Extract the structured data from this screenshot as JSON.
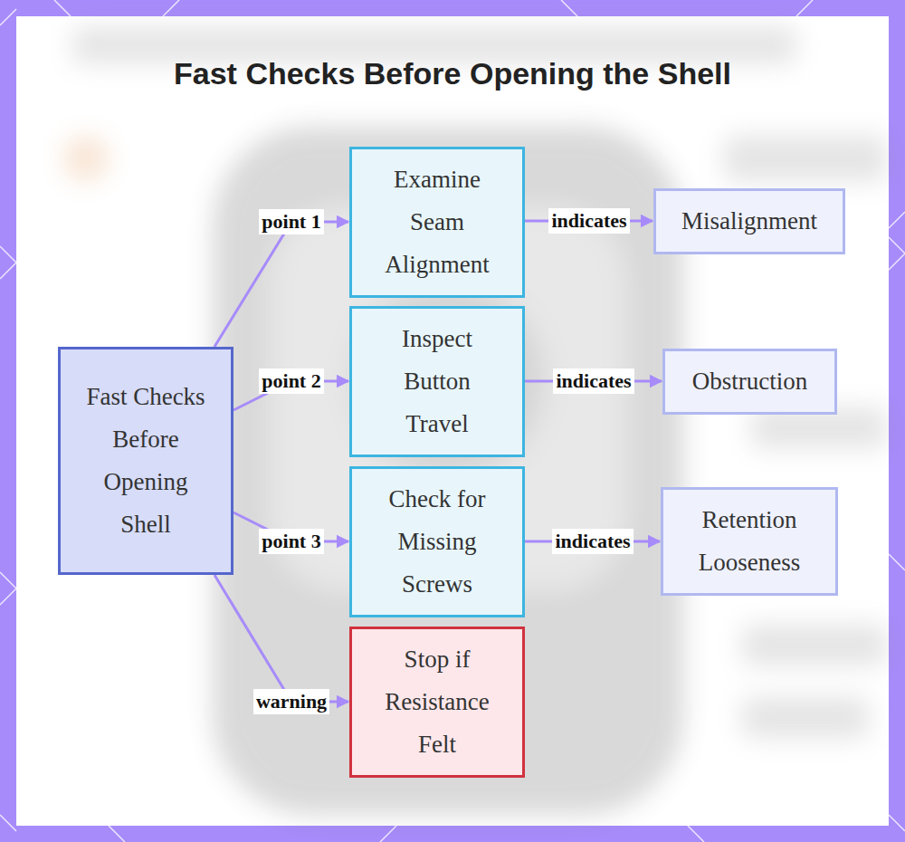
{
  "diagram": {
    "title": "Fast Checks Before Opening the Shell",
    "nodes": [
      {
        "text": [
          "Fast Checks Before Opening Shell"
        ]
      },
      {
        "text": [
          "Examine Seam Alignment"
        ]
      },
      {
        "text": [
          "Misalignment"
        ]
      },
      {
        "text": [
          "Inspect Button Travel"
        ]
      },
      {
        "text": [
          "Obstruction"
        ]
      },
      {
        "text": [
          "Check for Missing Screws"
        ]
      },
      {
        "text": [
          "Retention Looseness"
        ]
      },
      {
        "text": [
          "Stop if Resistance Felt"
        ]
      }
    ],
    "edges": [
      {
        "from": 0,
        "to": 1,
        "label": "point 1",
        "arrow": "to"
      },
      {
        "from": 1,
        "to": 2,
        "label": "indicates",
        "arrow": "to"
      },
      {
        "from": 0,
        "to": 3,
        "label": "point 2",
        "arrow": "to"
      },
      {
        "from": 3,
        "to": 4,
        "label": "indicates",
        "arrow": "to"
      },
      {
        "from": 0,
        "to": 5,
        "label": "point 3",
        "arrow": "to"
      },
      {
        "from": 5,
        "to": 6,
        "label": "indicates",
        "arrow": "to"
      },
      {
        "from": 0,
        "to": 7,
        "label": "warning",
        "arrow": "to"
      }
    ]
  }
}
